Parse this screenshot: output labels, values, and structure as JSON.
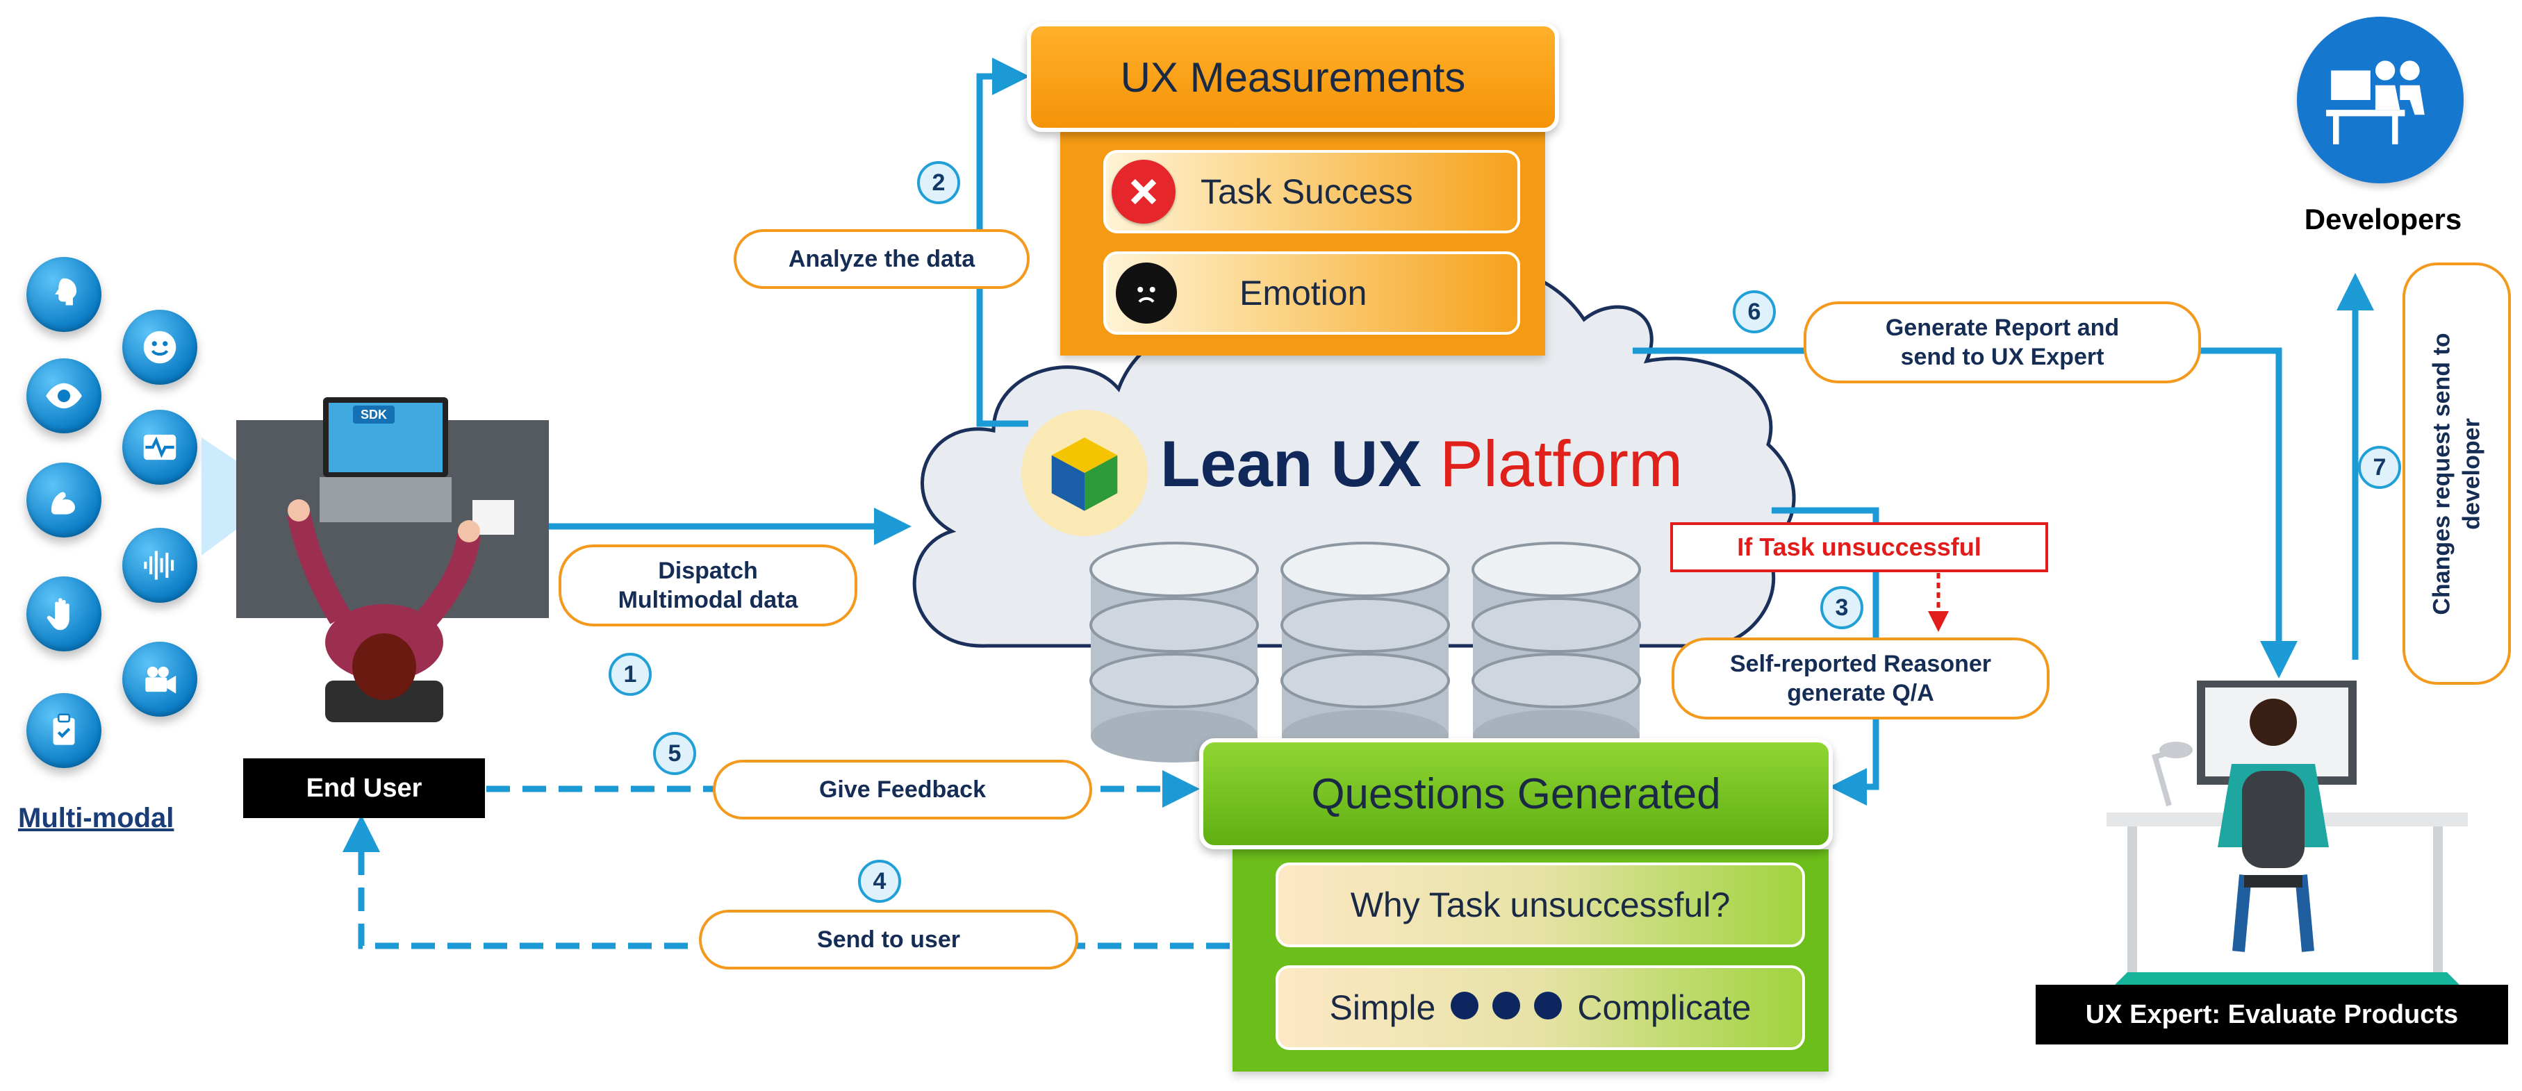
{
  "modalities": {
    "label": "Multi-modal",
    "icons": [
      "head-icon",
      "smile-icon",
      "eye-icon",
      "heartbeat-icon",
      "arm-icon",
      "audio-wave-icon",
      "hand-icon",
      "video-camera-icon",
      "clipboard-icon"
    ]
  },
  "end_user": {
    "label": "End User",
    "laptop_badge": "SDK"
  },
  "platform": {
    "word1": "Lean UX",
    "word2": "Platform"
  },
  "ux_measurements": {
    "title": "UX Measurements",
    "items": [
      "Task Success",
      "Emotion"
    ]
  },
  "questions": {
    "title": "Questions Generated",
    "item1": "Why Task unsuccessful?",
    "scale_left": "Simple",
    "scale_right": "Complicate"
  },
  "developers": {
    "label": "Developers"
  },
  "ux_expert": {
    "label": "UX Expert: Evaluate Products"
  },
  "condition": "If Task unsuccessful",
  "steps": [
    {
      "num": "1",
      "label": "Dispatch\nMultimodal data"
    },
    {
      "num": "2",
      "label": "Analyze the data"
    },
    {
      "num": "3",
      "label": "Self-reported Reasoner\ngenerate Q/A"
    },
    {
      "num": "4",
      "label": "Send to user"
    },
    {
      "num": "5",
      "label": "Give Feedback"
    },
    {
      "num": "6",
      "label": "Generate Report  and\nsend to UX Expert"
    },
    {
      "num": "7",
      "label": "Changes request send to\ndeveloper"
    }
  ],
  "colors": {
    "arrow_blue": "#1c9ad6",
    "orange": "#f59a12",
    "green": "#6cbf1a",
    "red": "#e21b1b",
    "navy": "#1a3d78"
  }
}
